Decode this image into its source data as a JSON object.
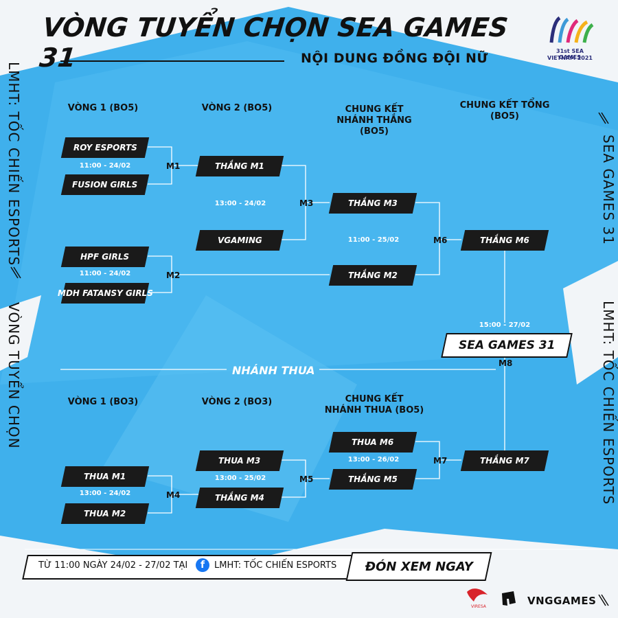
{
  "title": "VÒNG TUYỂN CHỌN SEA GAMES 31",
  "subtitle": "NỘI DUNG ĐỒNG ĐỘI NỮ",
  "logo": {
    "line1": "31st SEA GAMES",
    "line2": "VIETNAM 2021"
  },
  "side": {
    "left_top": "LMHT: TỐC CHIẾN ESPORTS",
    "left_bottom": "VÒNG TUYỂN CHỌN",
    "right_top": "SEA GAMES 31",
    "right_bottom": "LMHT: TỐC CHIẾN ESPORTS"
  },
  "winners": {
    "col1": "VÒNG 1 (BO5)",
    "col2": "VÒNG 2 (BO5)",
    "col3_l1": "CHUNG KẾT",
    "col3_l2": "NHÁNH THẮNG (BO5)",
    "col4_l1": "CHUNG KẾT TỔNG",
    "col4_l2": "(BO5)",
    "m1_a": "ROY ESPORTS",
    "m1_b": "FUSION GIRLS",
    "m1_time": "11:00 - 24/02",
    "m2_a": "HPF GIRLS",
    "m2_b": "MDH FATANSY GIRLS",
    "m2_time": "11:00 - 24/02",
    "m3_a": "THẮNG M1",
    "m3_b": "VGAMING",
    "m3_time": "13:00 - 24/02",
    "m6_a": "THẮNG M3",
    "m6_b": "THẮNG M2",
    "m6_time": "11:00 - 25/02",
    "m6_win": "THẮNG M6",
    "m8_time": "15:00 - 27/02",
    "final": "SEA GAMES 31"
  },
  "losers": {
    "header": "NHÁNH THUA",
    "col1": "VÒNG 1 (BO3)",
    "col2": "VÒNG 2 (BO3)",
    "col3_l1": "CHUNG KẾT",
    "col3_l2": "NHÁNH THUA (BO5)",
    "m4_a": "THUA M1",
    "m4_b": "THUA M2",
    "m4_time": "13:00 - 24/02",
    "m5_a": "THUA M3",
    "m5_b": "THẮNG M4",
    "m5_time": "13:00 - 25/02",
    "m7_a": "THUA M6",
    "m7_b": "THẮNG M5",
    "m7_time": "13:00 - 26/02",
    "m7_win": "THẮNG M7"
  },
  "labels": {
    "m1": "M1",
    "m2": "M2",
    "m3": "M3",
    "m4": "M4",
    "m5": "M5",
    "m6": "M6",
    "m7": "M7",
    "m8": "M8"
  },
  "footer": {
    "text": "TỪ 11:00 NGÀY 24/02 - 27/02 TẠI",
    "page": "LMHT: TỐC CHIẾN ESPORTS",
    "cta": "ĐÓN XEM NGAY"
  },
  "sponsors": {
    "vng": "VNGGAMES"
  },
  "colors": {
    "accent": "#3fb0ec",
    "box": "#1a1a1a",
    "text": "#111111"
  }
}
